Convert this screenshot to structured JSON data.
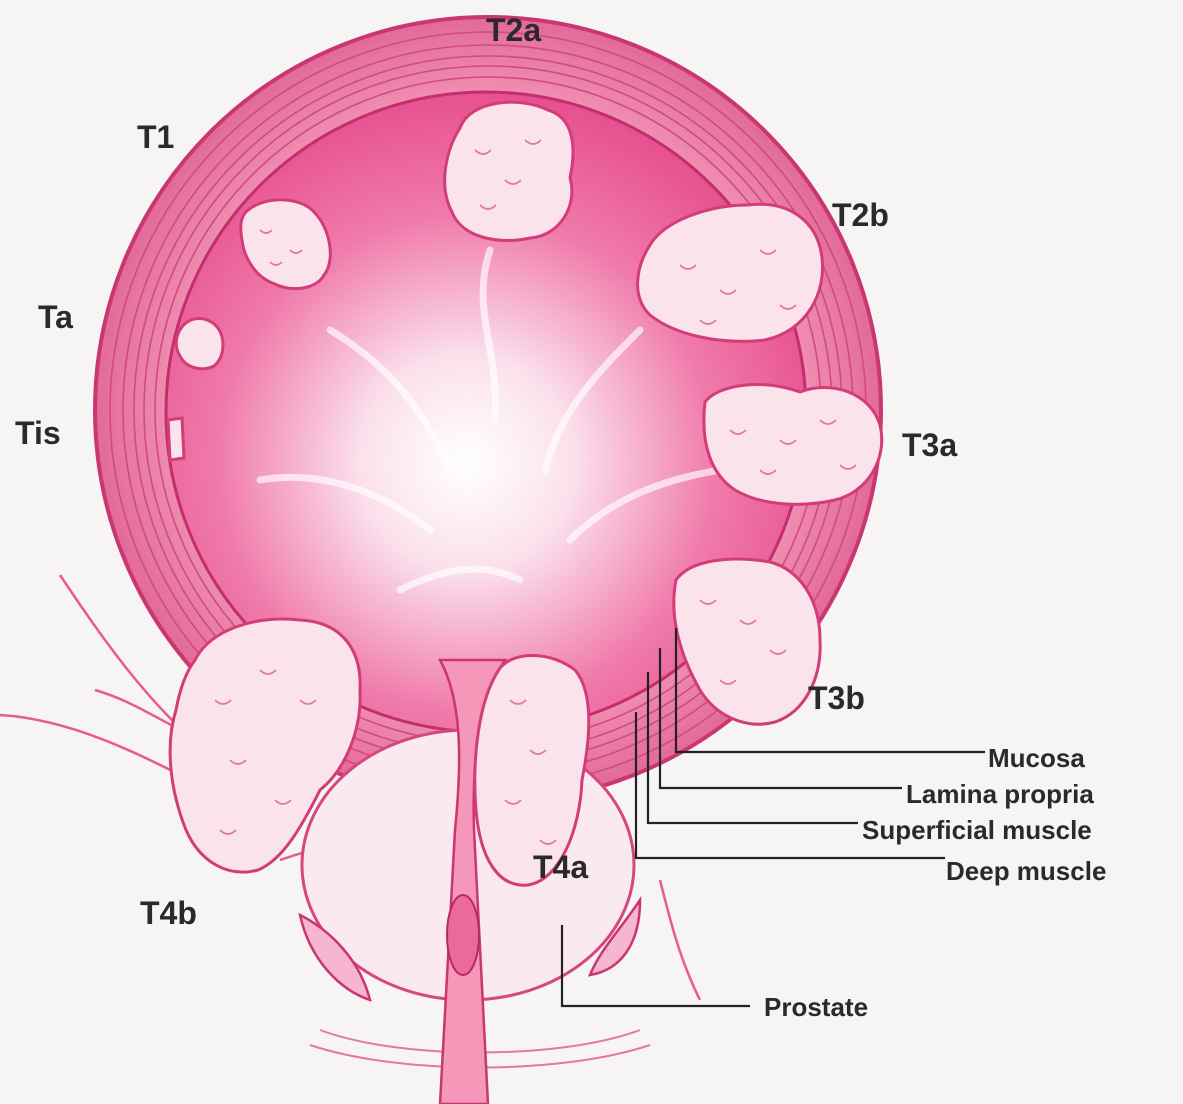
{
  "palette": {
    "background": "#f7f4f4",
    "bladder_wall": "#e8749b",
    "lumen": "#ea5a96",
    "tumor_fill": "#fbe3ec",
    "tumor_outline": "#d23c78",
    "ink": "#2a2a2a"
  },
  "stages": {
    "t2a": "T2a",
    "t1": "T1",
    "t2b": "T2b",
    "ta": "Ta",
    "tis": "Tis",
    "t3a": "T3a",
    "t3b": "T3b",
    "t4a": "T4a",
    "t4b": "T4b"
  },
  "layers": {
    "mucosa": "Mucosa",
    "lamina_propria": "Lamina propria",
    "superficial_muscle": "Superficial muscle",
    "deep_muscle": "Deep muscle",
    "prostate": "Prostate"
  }
}
